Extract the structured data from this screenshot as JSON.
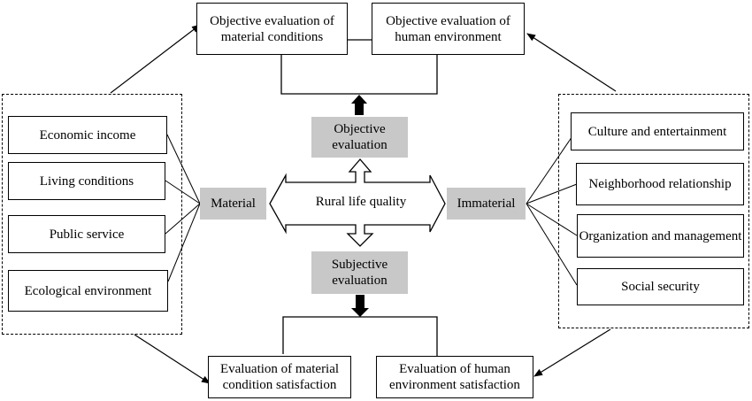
{
  "top": {
    "material_objective": "Objective evaluation of material conditions",
    "human_objective": "Objective evaluation of human environment"
  },
  "bottom": {
    "material_subjective": "Evaluation of material condition satisfaction",
    "human_subjective": "Evaluation of human environment satisfaction"
  },
  "center": {
    "core": "Rural life quality",
    "objective": "Objective evaluation",
    "subjective": "Subjective evaluation",
    "material": "Material",
    "immaterial": "Immaterial"
  },
  "material_items": [
    "Economic income",
    "Living conditions",
    "Public service",
    "Ecological environment"
  ],
  "immaterial_items": [
    "Culture and entertainment",
    "Neighborhood relationship",
    "Organization and management",
    "Social security"
  ],
  "colors": {
    "gray_box": "#c8c8c8",
    "line": "#000000"
  }
}
